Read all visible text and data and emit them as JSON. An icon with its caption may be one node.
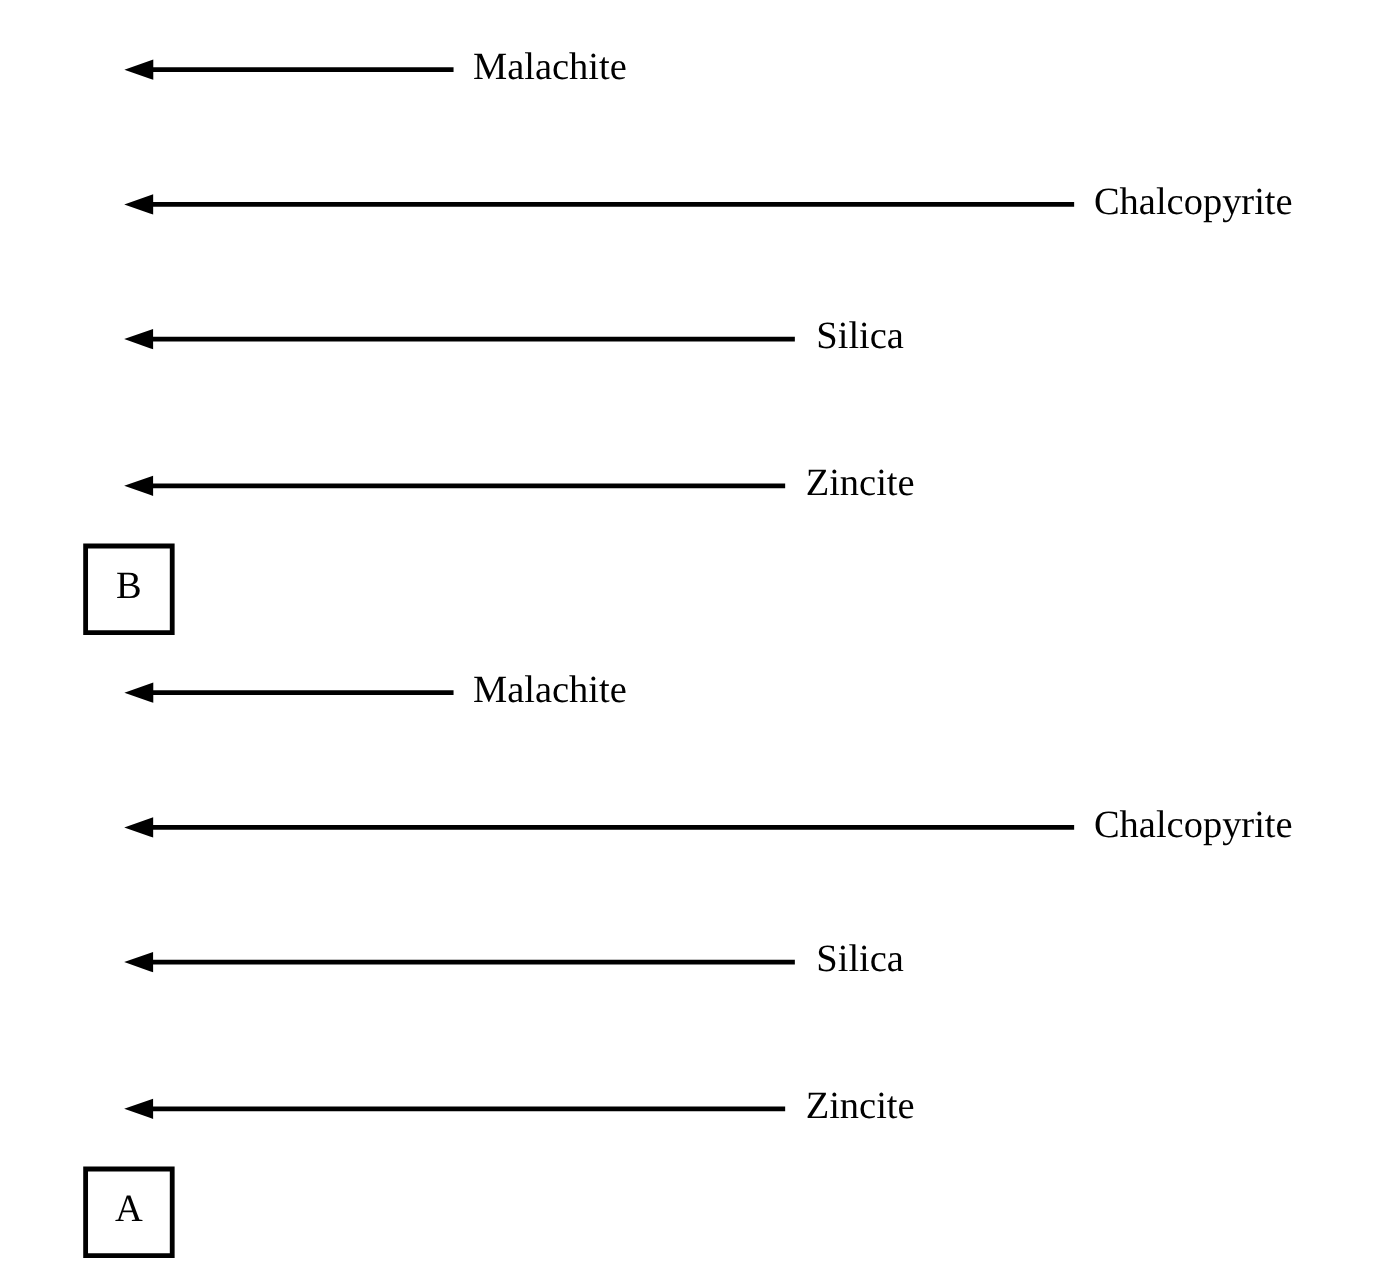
{
  "diagram": {
    "nodes": [
      {
        "text": [
          "A"
        ]
      },
      {
        "text": [
          "Zincite"
        ]
      },
      {
        "text": [
          "Silica"
        ]
      },
      {
        "text": [
          "Chalcopyrite"
        ]
      },
      {
        "text": [
          "Malachite"
        ]
      },
      {
        "text": [
          "B"
        ]
      },
      {
        "text": [
          "Zincite"
        ]
      },
      {
        "text": [
          "Silica"
        ]
      },
      {
        "text": [
          "Chalcopyrite"
        ]
      },
      {
        "text": [
          "Malachite"
        ]
      }
    ],
    "edges": [
      {
        "from": 1,
        "to": null,
        "arrow": "to"
      },
      {
        "from": 2,
        "to": null,
        "arrow": "to"
      },
      {
        "from": 3,
        "to": null,
        "arrow": "to"
      },
      {
        "from": 4,
        "to": null,
        "arrow": "to"
      },
      {
        "from": 6,
        "to": null,
        "arrow": "to"
      },
      {
        "from": 7,
        "to": null,
        "arrow": "to"
      },
      {
        "from": 8,
        "to": null,
        "arrow": "to"
      },
      {
        "from": 9,
        "to": null,
        "arrow": "to"
      }
    ]
  }
}
